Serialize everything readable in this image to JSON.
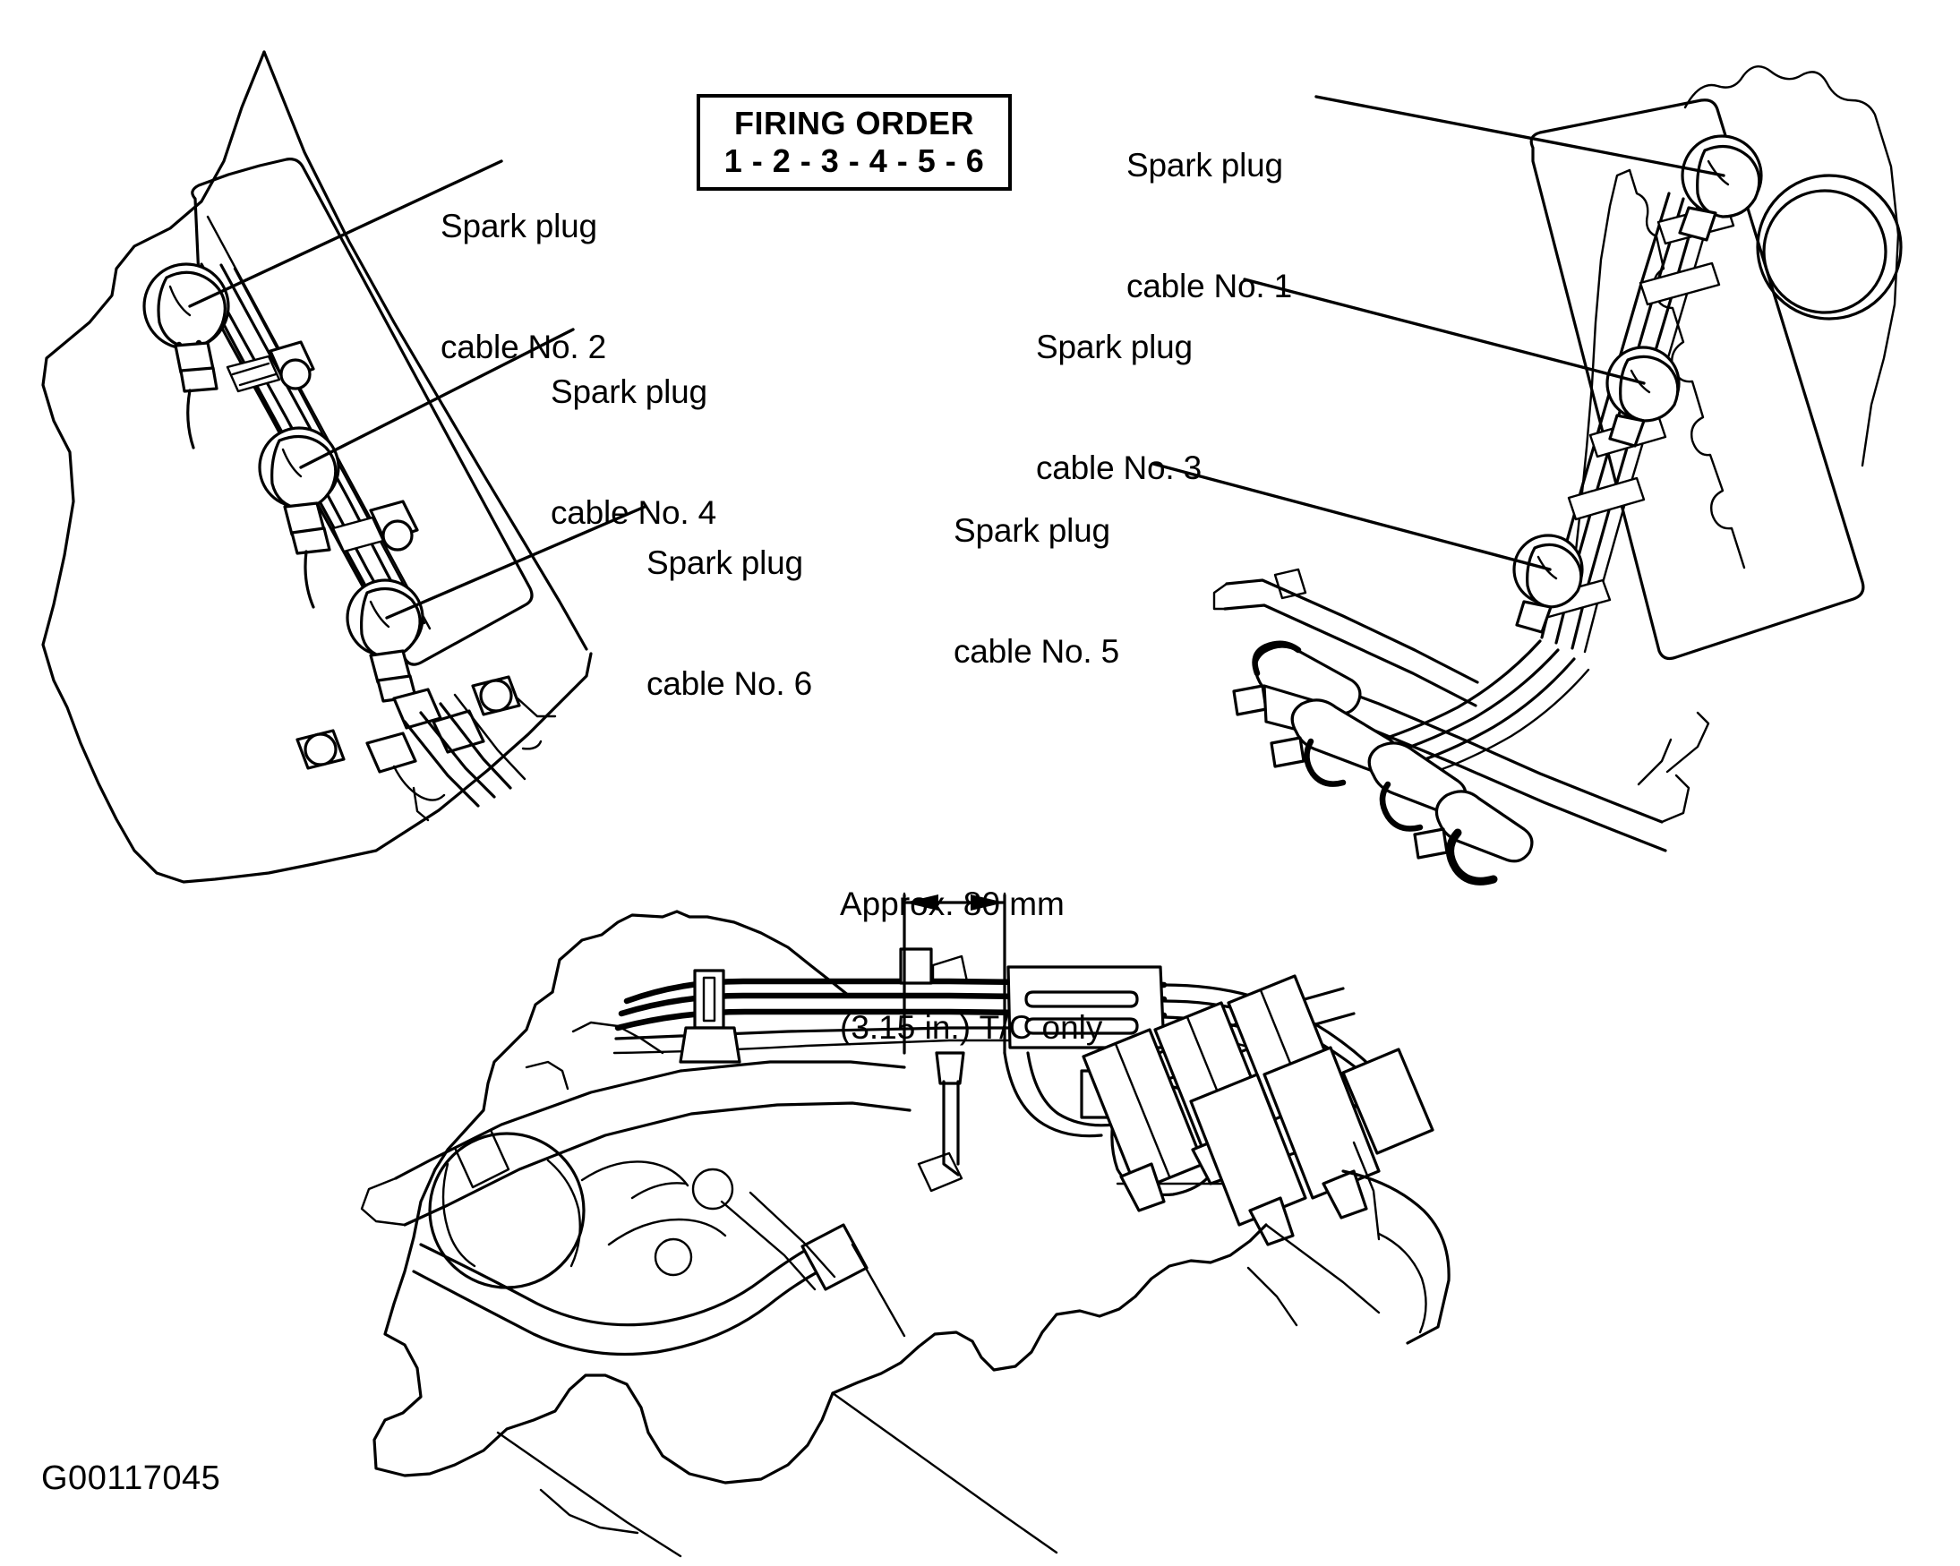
{
  "figure": {
    "id_label": "G00117045",
    "kind": "spark-plug-cable-routing-diagram"
  },
  "firing_order_box": {
    "title": "FIRING ORDER",
    "sequence": "1 - 2 - 3 - 4 - 5 - 6"
  },
  "dimension_note": {
    "line1": "Approx. 80 mm",
    "line2": "(3.15 in.) T/C only"
  },
  "callouts": {
    "left_bank": [
      {
        "id": "cable-2",
        "line1": "Spark plug",
        "line2": "cable No. 2"
      },
      {
        "id": "cable-4",
        "line1": "Spark plug",
        "line2": "cable No. 4"
      },
      {
        "id": "cable-6",
        "line1": "Spark plug",
        "line2": "cable No. 6"
      }
    ],
    "right_bank": [
      {
        "id": "cable-1",
        "line1": "Spark plug",
        "line2": "cable No. 1"
      },
      {
        "id": "cable-3",
        "line1": "Spark plug",
        "line2": "cable No. 3"
      },
      {
        "id": "cable-5",
        "line1": "Spark plug",
        "line2": "cable No. 5"
      }
    ]
  },
  "colors": {
    "ink": "#000000",
    "paper": "#ffffff"
  }
}
